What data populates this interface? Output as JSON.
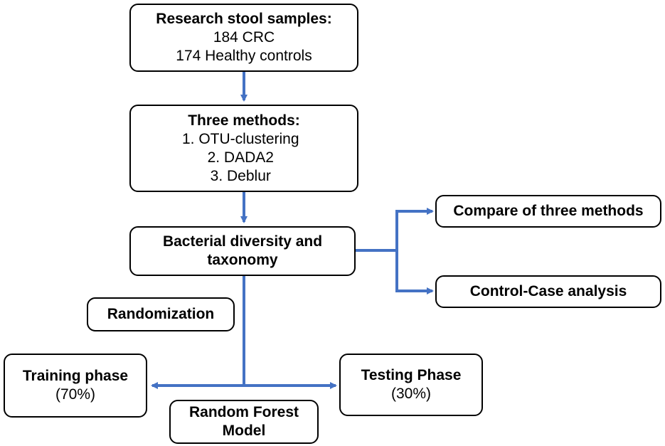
{
  "samples_box": {
    "title": "Research stool samples:",
    "line1": "184 CRC",
    "line2": "174 Healthy controls"
  },
  "methods_box": {
    "title": "Three methods:",
    "items": [
      "1. OTU-clustering",
      "2. DADA2",
      "3. Deblur"
    ]
  },
  "diversity_box": {
    "line1": "Bacterial diversity and",
    "line2": "taxonomy"
  },
  "compare_box": {
    "label": "Compare of three methods"
  },
  "control_case_box": {
    "label": "Control-Case analysis"
  },
  "randomization_box": {
    "label": "Randomization"
  },
  "training_box": {
    "title": "Training phase",
    "percent": "(70%)"
  },
  "testing_box": {
    "title": "Testing Phase",
    "percent": "(30%)"
  },
  "model_box": {
    "line1": "Random Forest",
    "line2": "Model"
  },
  "colors": {
    "arrow": "#4472C4",
    "border": "#000000"
  }
}
